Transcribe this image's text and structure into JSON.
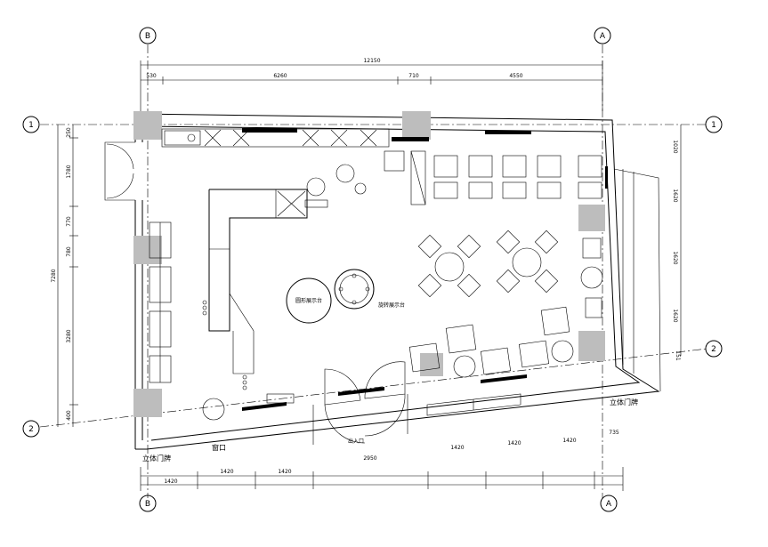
{
  "axes": {
    "b_top": "B",
    "a_top": "A",
    "one_left": "1",
    "one_right": "1",
    "two_left": "2",
    "two_right": "2",
    "b_bottom": "B",
    "a_bottom": "A"
  },
  "dims_top": {
    "total": "12150",
    "d1": "530",
    "d2": "6260",
    "d3": "710",
    "d4": "4550"
  },
  "dims_left": {
    "total": "7280",
    "d1": "250",
    "d2": "1780",
    "d3": "770",
    "d4": "780",
    "d5": "3280",
    "d6": "400"
  },
  "dims_bottom": {
    "d1": "1420",
    "d2": "1420",
    "d3": "1420",
    "d4": "2950",
    "d5": "1420",
    "d6": "1420",
    "d7": "1420",
    "d8": "735"
  },
  "dims_right": {
    "d1": "1020",
    "d2": "1620",
    "d3": "1620",
    "d4": "1620",
    "d5": "151"
  },
  "labels": {
    "window": "窗口",
    "sign_left": "立体门牌",
    "sign_right": "立体门牌",
    "entrance": "出入口",
    "center_circle": "圆形展示台",
    "center_circle2": "旋转展示台"
  }
}
